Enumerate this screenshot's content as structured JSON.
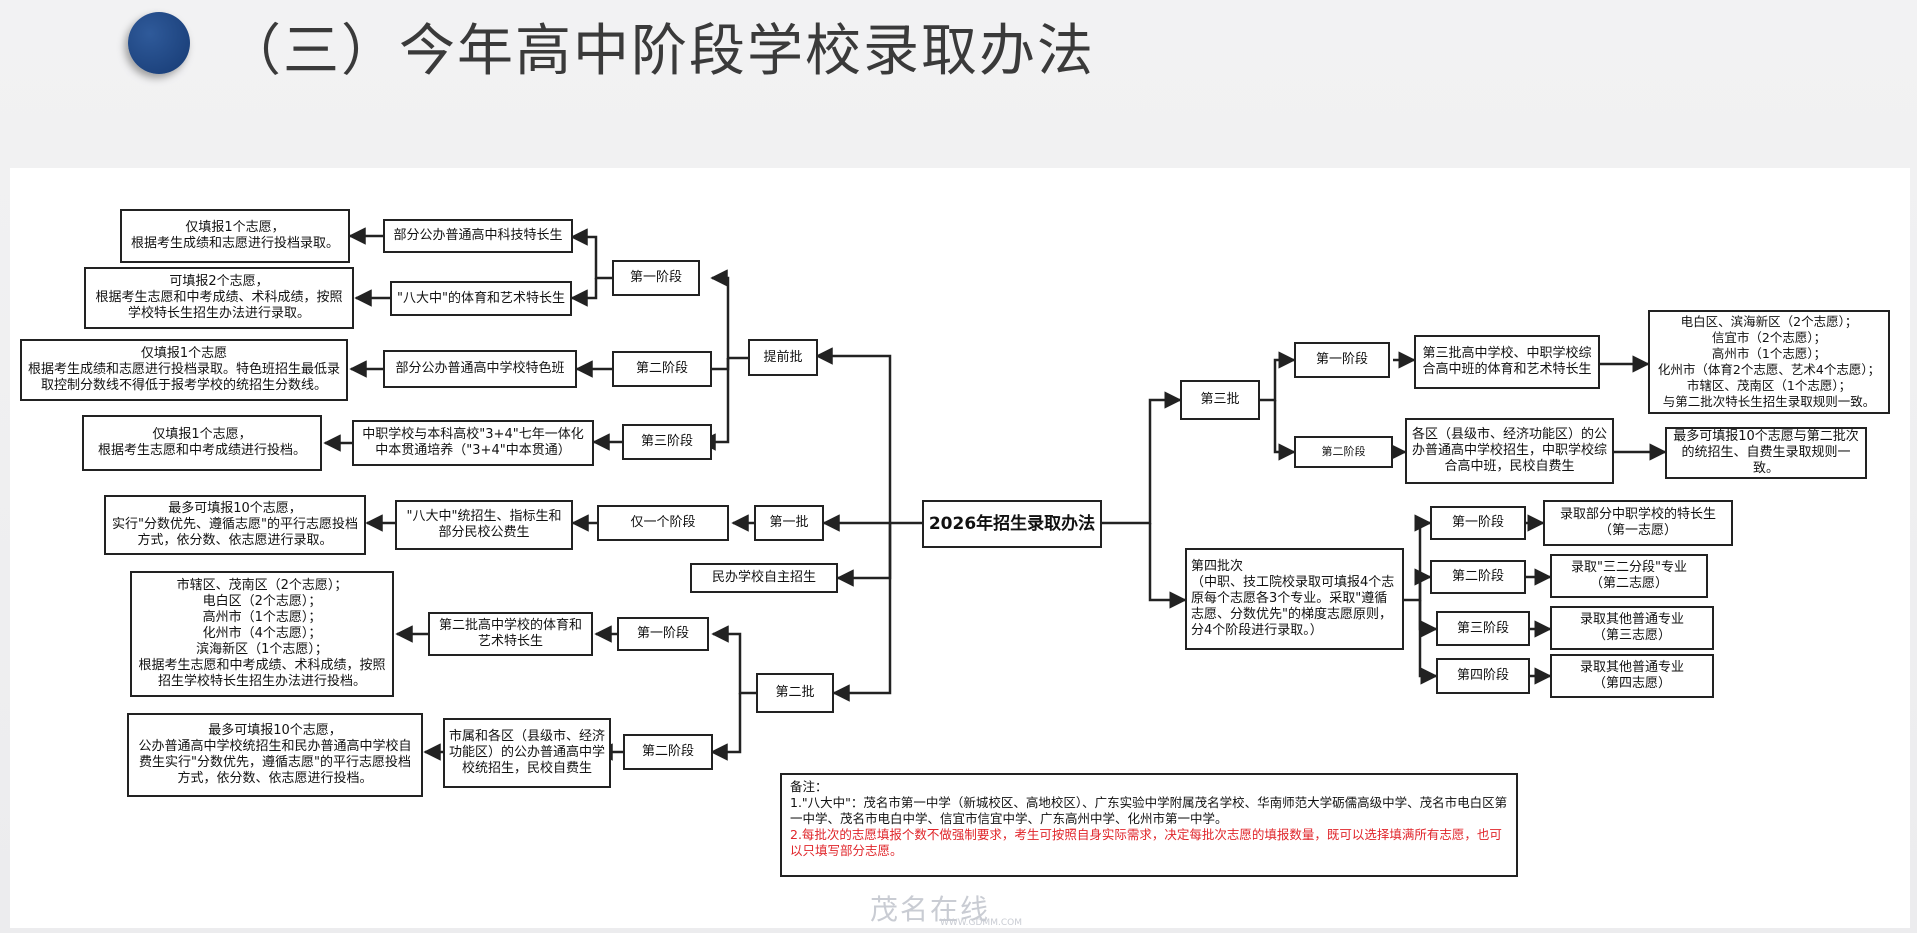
{
  "page": {
    "title": "（三）今年高中阶段学校录取办法"
  },
  "nodes": {
    "root": "2026年招生录取办法",
    "tiqian": "提前批",
    "diyi": "第一批",
    "minban": "民办学校自主招生",
    "dier": "第二批",
    "disan": "第三批",
    "disi": "第四批次\n（中职、技工院校录取可填报4个志原每个志愿各3个专业。采取\"遵循志愿、分数优先\"的梯度志愿原则，分4个阶段进行录取。）",
    "tq_s1": "第一阶段",
    "tq_s2": "第二阶段",
    "tq_s3": "第三阶段",
    "tq_keji": "部分公办普通高中科技特长生",
    "tq_bada": "\"八大中\"的体育和艺术特长生",
    "tq_tese": "部分公办普通高中学校特色班",
    "tq_zhongzhi": "中职学校与本科高校\"3+4\"七年一体化中本贯通培养（\"3+4\"中本贯通）",
    "r_keji": "仅填报1个志愿，\n根据考生成绩和志愿进行投档录取。",
    "r_bada": "可填报2个志愿，\n根据考生志愿和中考成绩、术科成绩，按照学校特长生招生办法进行录取。",
    "r_tese": "仅填报1个志愿\n根据考生成绩和志愿进行投档录取。特色班招生最低录取控制分数线不得低于报考学校的统招生分数线。",
    "r_zhongzhi": "仅填报1个志愿，\n根据考生志愿和中考成绩进行投档。",
    "dy_only": "仅一个阶段",
    "dy_tongzhao": "\"八大中\"统招生、指标生和部分民校公费生",
    "r_dy": "最多可填报10个志愿，\n实行\"分数优先、遵循志愿\"的平行志愿投档方式，依分数、依志愿进行录取。",
    "de_s1": "第一阶段",
    "de_s2": "第二阶段",
    "de_tiyu": "第二批高中学校的体育和艺术特长生",
    "de_shishu": "市属和各区（县级市、经济功能区）的公办普通高中学校统招生，民校自费生",
    "r_de1": "市辖区、茂南区（2个志愿）；\n电白区（2个志愿）；\n高州市（1个志愿）；\n化州市（4个志愿）；\n滨海新区（1个志愿）；\n根据考生志愿和中考成绩、术科成绩，按照招生学校特长生招生办法进行投档。",
    "r_de2": "最多可填报10个志愿，\n公办普通高中学校统招生和民办普通高中学校自费生实行\"分数优先，遵循志愿\"的平行志愿投档方式，依分数、依志愿进行投档。",
    "ds_s1": "第一阶段",
    "ds_s2": "第二阶段",
    "ds_tiyu": "第三批高中学校、中职学校综合高中班的体育和艺术特长生",
    "ds_gequ": "各区（县级市、经济功能区）的公办普通高中学校招生，中职学校综合高中班，民校自费生",
    "r_ds1": "电白区、滨海新区（2个志愿）；\n信宜市（2个志愿）；\n高州市（1个志愿）；\n化州市（体育2个志愿、艺术4个志愿）；\n市辖区、茂南区（1个志愿）；\n与第二批次特长生招生录取规则一致。",
    "r_ds2": "最多可填报10个志愿与第二批次的统招生、自费生录取规则一致。",
    "s4_1": "第一阶段",
    "s4_2": "第二阶段",
    "s4_3": "第三阶段",
    "s4_4": "第四阶段",
    "r_s4_1": "录取部分中职学校的特长生\n（第一志愿）",
    "r_s4_2": "录取\"三二分段\"专业\n（第二志愿）",
    "r_s4_3": "录取其他普通专业\n（第三志愿）",
    "r_s4_4": "录取其他普通专业\n（第四志愿）"
  },
  "note": {
    "heading": "备注：",
    "line1": "1.\"八大中\"：茂名市第一中学（新城校区、高地校区）、广东实验中学附属茂名学校、华南师范大学砺儒高级中学、茂名市电白区第一中学、茂名市电白中学、信宜市信宜中学、广东高州中学、化州市第一中学。",
    "line2": "2.每批次的志愿填报个数不做强制要求，考生可按照自身实际需求，决定每批次志愿的填报数量，既可以选择填满所有志愿，也可以只填写部分志愿。"
  },
  "watermark": {
    "text": "茂名在线",
    "sub": "WWW.GDMM.COM"
  },
  "colors": {
    "accent": "#1e4682",
    "note_red": "#e0262b"
  }
}
